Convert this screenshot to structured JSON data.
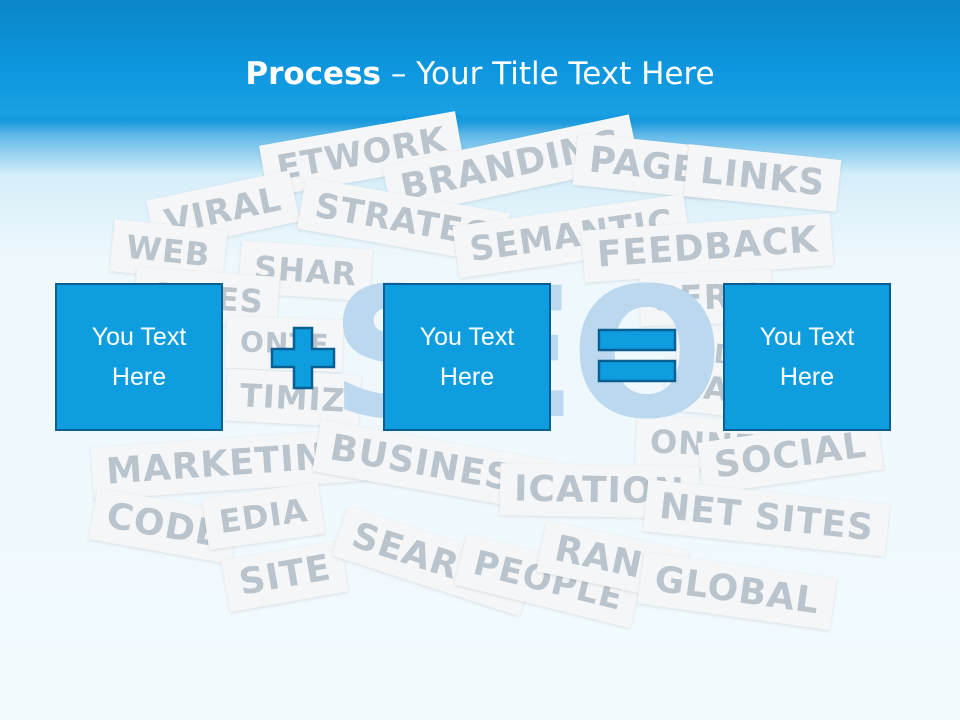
{
  "slide": {
    "title_bold": "Process",
    "title_dash": " – ",
    "title_rest": "Your Title Text Here",
    "boxes": [
      {
        "text": "You Text Here"
      },
      {
        "text": "You Text Here"
      },
      {
        "text": "You Text Here"
      }
    ],
    "operators": {
      "plus": "plus-icon",
      "equals": "equals-icon"
    }
  },
  "collage": {
    "center_word": "SEO",
    "words": [
      "ETWORK",
      "VIRAL",
      "BRANDING",
      "PAGE",
      "LINKS",
      "STRATEG",
      "SEMANTIC",
      "FEEDBACK",
      "WEB",
      "SHAR",
      "GINES",
      "SERV",
      "ONTE",
      "TIMIZ",
      "ADD",
      "CATEGOR",
      "ONNE",
      "MARKETING",
      "BUSINESS",
      "ICATION",
      "SOCIAL",
      "CODE",
      "EDIA",
      "NET SITES",
      "SITE",
      "SEARCH",
      "PEOPLE",
      "RANK",
      "GLOBAL"
    ]
  },
  "colors": {
    "header": "#0d97df",
    "box_fill": "#0e9ee0",
    "box_border": "#0a5f92",
    "collage_text": "#b9c4cc",
    "seo_text": "#bcd8ee"
  }
}
